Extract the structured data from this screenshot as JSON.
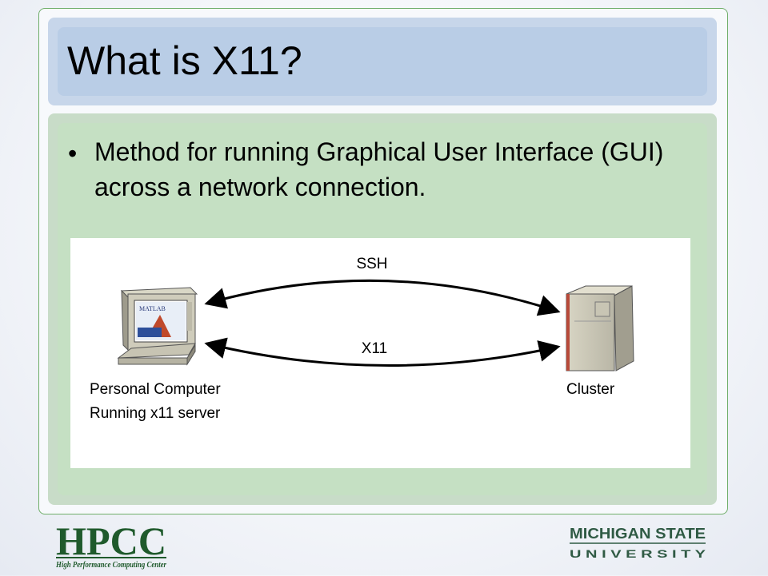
{
  "slide": {
    "title": "What is X11?",
    "bullet_text": "Method for running Graphical User Interface (GUI) across a network connection."
  },
  "diagram": {
    "connections": [
      {
        "label": "SSH"
      },
      {
        "label": "X11"
      }
    ],
    "left_node": {
      "label_line1": "Personal Computer",
      "label_line2": "Running x11 server",
      "screen_text": "MATLAB"
    },
    "right_node": {
      "label": "Cluster"
    }
  },
  "footer": {
    "left_logo": {
      "wordmark": "HPCC",
      "tagline": "High Performance Computing Center"
    },
    "right_logo": {
      "line1": "MICHIGAN STATE",
      "line2": "U N I V E R S I T Y"
    }
  },
  "colors": {
    "title_bar": "#b9cde6",
    "content_panel": "#c5e0c3",
    "frame_border": "#6fae6a",
    "hpcc_green": "#1f5a2c",
    "msu_green": "#2f5a44"
  }
}
